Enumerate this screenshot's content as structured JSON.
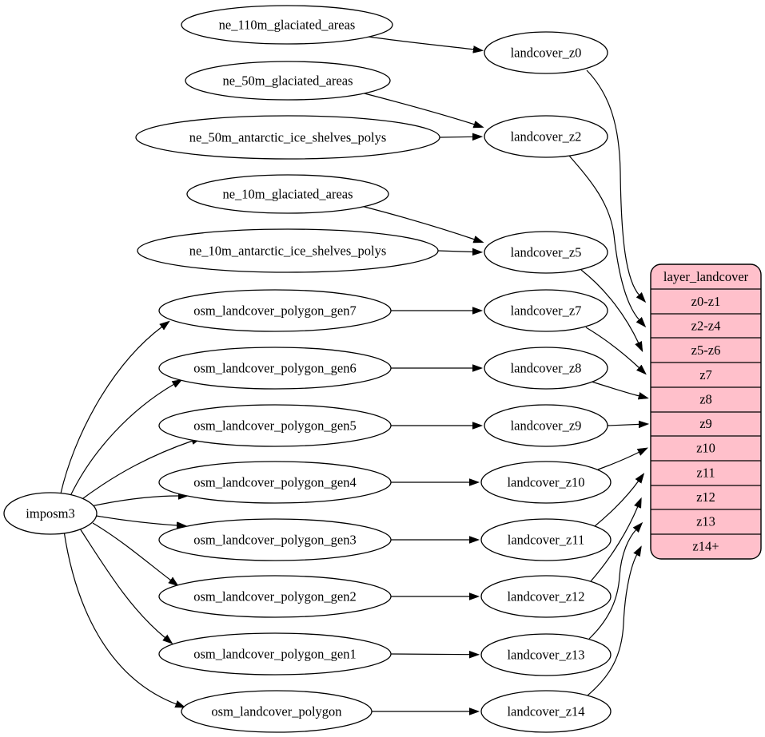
{
  "nodes": {
    "imposm3": {
      "label": "imposm3"
    },
    "ne_110m_glaciated_areas": {
      "label": "ne_110m_glaciated_areas"
    },
    "ne_50m_glaciated_areas": {
      "label": "ne_50m_glaciated_areas"
    },
    "ne_50m_antarctic_ice_shelves_polys": {
      "label": "ne_50m_antarctic_ice_shelves_polys"
    },
    "ne_10m_glaciated_areas": {
      "label": "ne_10m_glaciated_areas"
    },
    "ne_10m_antarctic_ice_shelves_polys": {
      "label": "ne_10m_antarctic_ice_shelves_polys"
    },
    "osm_landcover_polygon_gen7": {
      "label": "osm_landcover_polygon_gen7"
    },
    "osm_landcover_polygon_gen6": {
      "label": "osm_landcover_polygon_gen6"
    },
    "osm_landcover_polygon_gen5": {
      "label": "osm_landcover_polygon_gen5"
    },
    "osm_landcover_polygon_gen4": {
      "label": "osm_landcover_polygon_gen4"
    },
    "osm_landcover_polygon_gen3": {
      "label": "osm_landcover_polygon_gen3"
    },
    "osm_landcover_polygon_gen2": {
      "label": "osm_landcover_polygon_gen2"
    },
    "osm_landcover_polygon_gen1": {
      "label": "osm_landcover_polygon_gen1"
    },
    "osm_landcover_polygon": {
      "label": "osm_landcover_polygon"
    },
    "landcover_z0": {
      "label": "landcover_z0"
    },
    "landcover_z2": {
      "label": "landcover_z2"
    },
    "landcover_z5": {
      "label": "landcover_z5"
    },
    "landcover_z7": {
      "label": "landcover_z7"
    },
    "landcover_z8": {
      "label": "landcover_z8"
    },
    "landcover_z9": {
      "label": "landcover_z9"
    },
    "landcover_z10": {
      "label": "landcover_z10"
    },
    "landcover_z11": {
      "label": "landcover_z11"
    },
    "landcover_z12": {
      "label": "landcover_z12"
    },
    "landcover_z13": {
      "label": "landcover_z13"
    },
    "landcover_z14": {
      "label": "landcover_z14"
    }
  },
  "record": {
    "title": "layer_landcover",
    "rows": [
      "z0-z1",
      "z2-z4",
      "z5-z6",
      "z7",
      "z8",
      "z9",
      "z10",
      "z11",
      "z12",
      "z13",
      "z14+"
    ]
  },
  "edges": [
    {
      "from": "imposm3",
      "to": "osm_landcover_polygon_gen7"
    },
    {
      "from": "imposm3",
      "to": "osm_landcover_polygon_gen6"
    },
    {
      "from": "imposm3",
      "to": "osm_landcover_polygon_gen5"
    },
    {
      "from": "imposm3",
      "to": "osm_landcover_polygon_gen4"
    },
    {
      "from": "imposm3",
      "to": "osm_landcover_polygon_gen3"
    },
    {
      "from": "imposm3",
      "to": "osm_landcover_polygon_gen2"
    },
    {
      "from": "imposm3",
      "to": "osm_landcover_polygon_gen1"
    },
    {
      "from": "imposm3",
      "to": "osm_landcover_polygon"
    },
    {
      "from": "ne_110m_glaciated_areas",
      "to": "landcover_z0"
    },
    {
      "from": "ne_50m_glaciated_areas",
      "to": "landcover_z2"
    },
    {
      "from": "ne_50m_antarctic_ice_shelves_polys",
      "to": "landcover_z2"
    },
    {
      "from": "ne_10m_glaciated_areas",
      "to": "landcover_z5"
    },
    {
      "from": "ne_10m_antarctic_ice_shelves_polys",
      "to": "landcover_z5"
    },
    {
      "from": "osm_landcover_polygon_gen7",
      "to": "landcover_z7"
    },
    {
      "from": "osm_landcover_polygon_gen6",
      "to": "landcover_z8"
    },
    {
      "from": "osm_landcover_polygon_gen5",
      "to": "landcover_z9"
    },
    {
      "from": "osm_landcover_polygon_gen4",
      "to": "landcover_z10"
    },
    {
      "from": "osm_landcover_polygon_gen3",
      "to": "landcover_z11"
    },
    {
      "from": "osm_landcover_polygon_gen2",
      "to": "landcover_z12"
    },
    {
      "from": "osm_landcover_polygon_gen1",
      "to": "landcover_z13"
    },
    {
      "from": "osm_landcover_polygon",
      "to": "landcover_z14"
    },
    {
      "from": "landcover_z0",
      "to": "layer_landcover.z0-z1"
    },
    {
      "from": "landcover_z2",
      "to": "layer_landcover.z2-z4"
    },
    {
      "from": "landcover_z5",
      "to": "layer_landcover.z5-z6"
    },
    {
      "from": "landcover_z7",
      "to": "layer_landcover.z7"
    },
    {
      "from": "landcover_z8",
      "to": "layer_landcover.z8"
    },
    {
      "from": "landcover_z9",
      "to": "layer_landcover.z9"
    },
    {
      "from": "landcover_z10",
      "to": "layer_landcover.z10"
    },
    {
      "from": "landcover_z11",
      "to": "layer_landcover.z11"
    },
    {
      "from": "landcover_z12",
      "to": "layer_landcover.z12"
    },
    {
      "from": "landcover_z13",
      "to": "layer_landcover.z13"
    },
    {
      "from": "landcover_z14",
      "to": "layer_landcover.z14+"
    }
  ],
  "colors": {
    "record_fill": "#ffc0cb",
    "record_stroke": "#000000",
    "node_fill": "#ffffff",
    "edge_color": "#000000"
  }
}
